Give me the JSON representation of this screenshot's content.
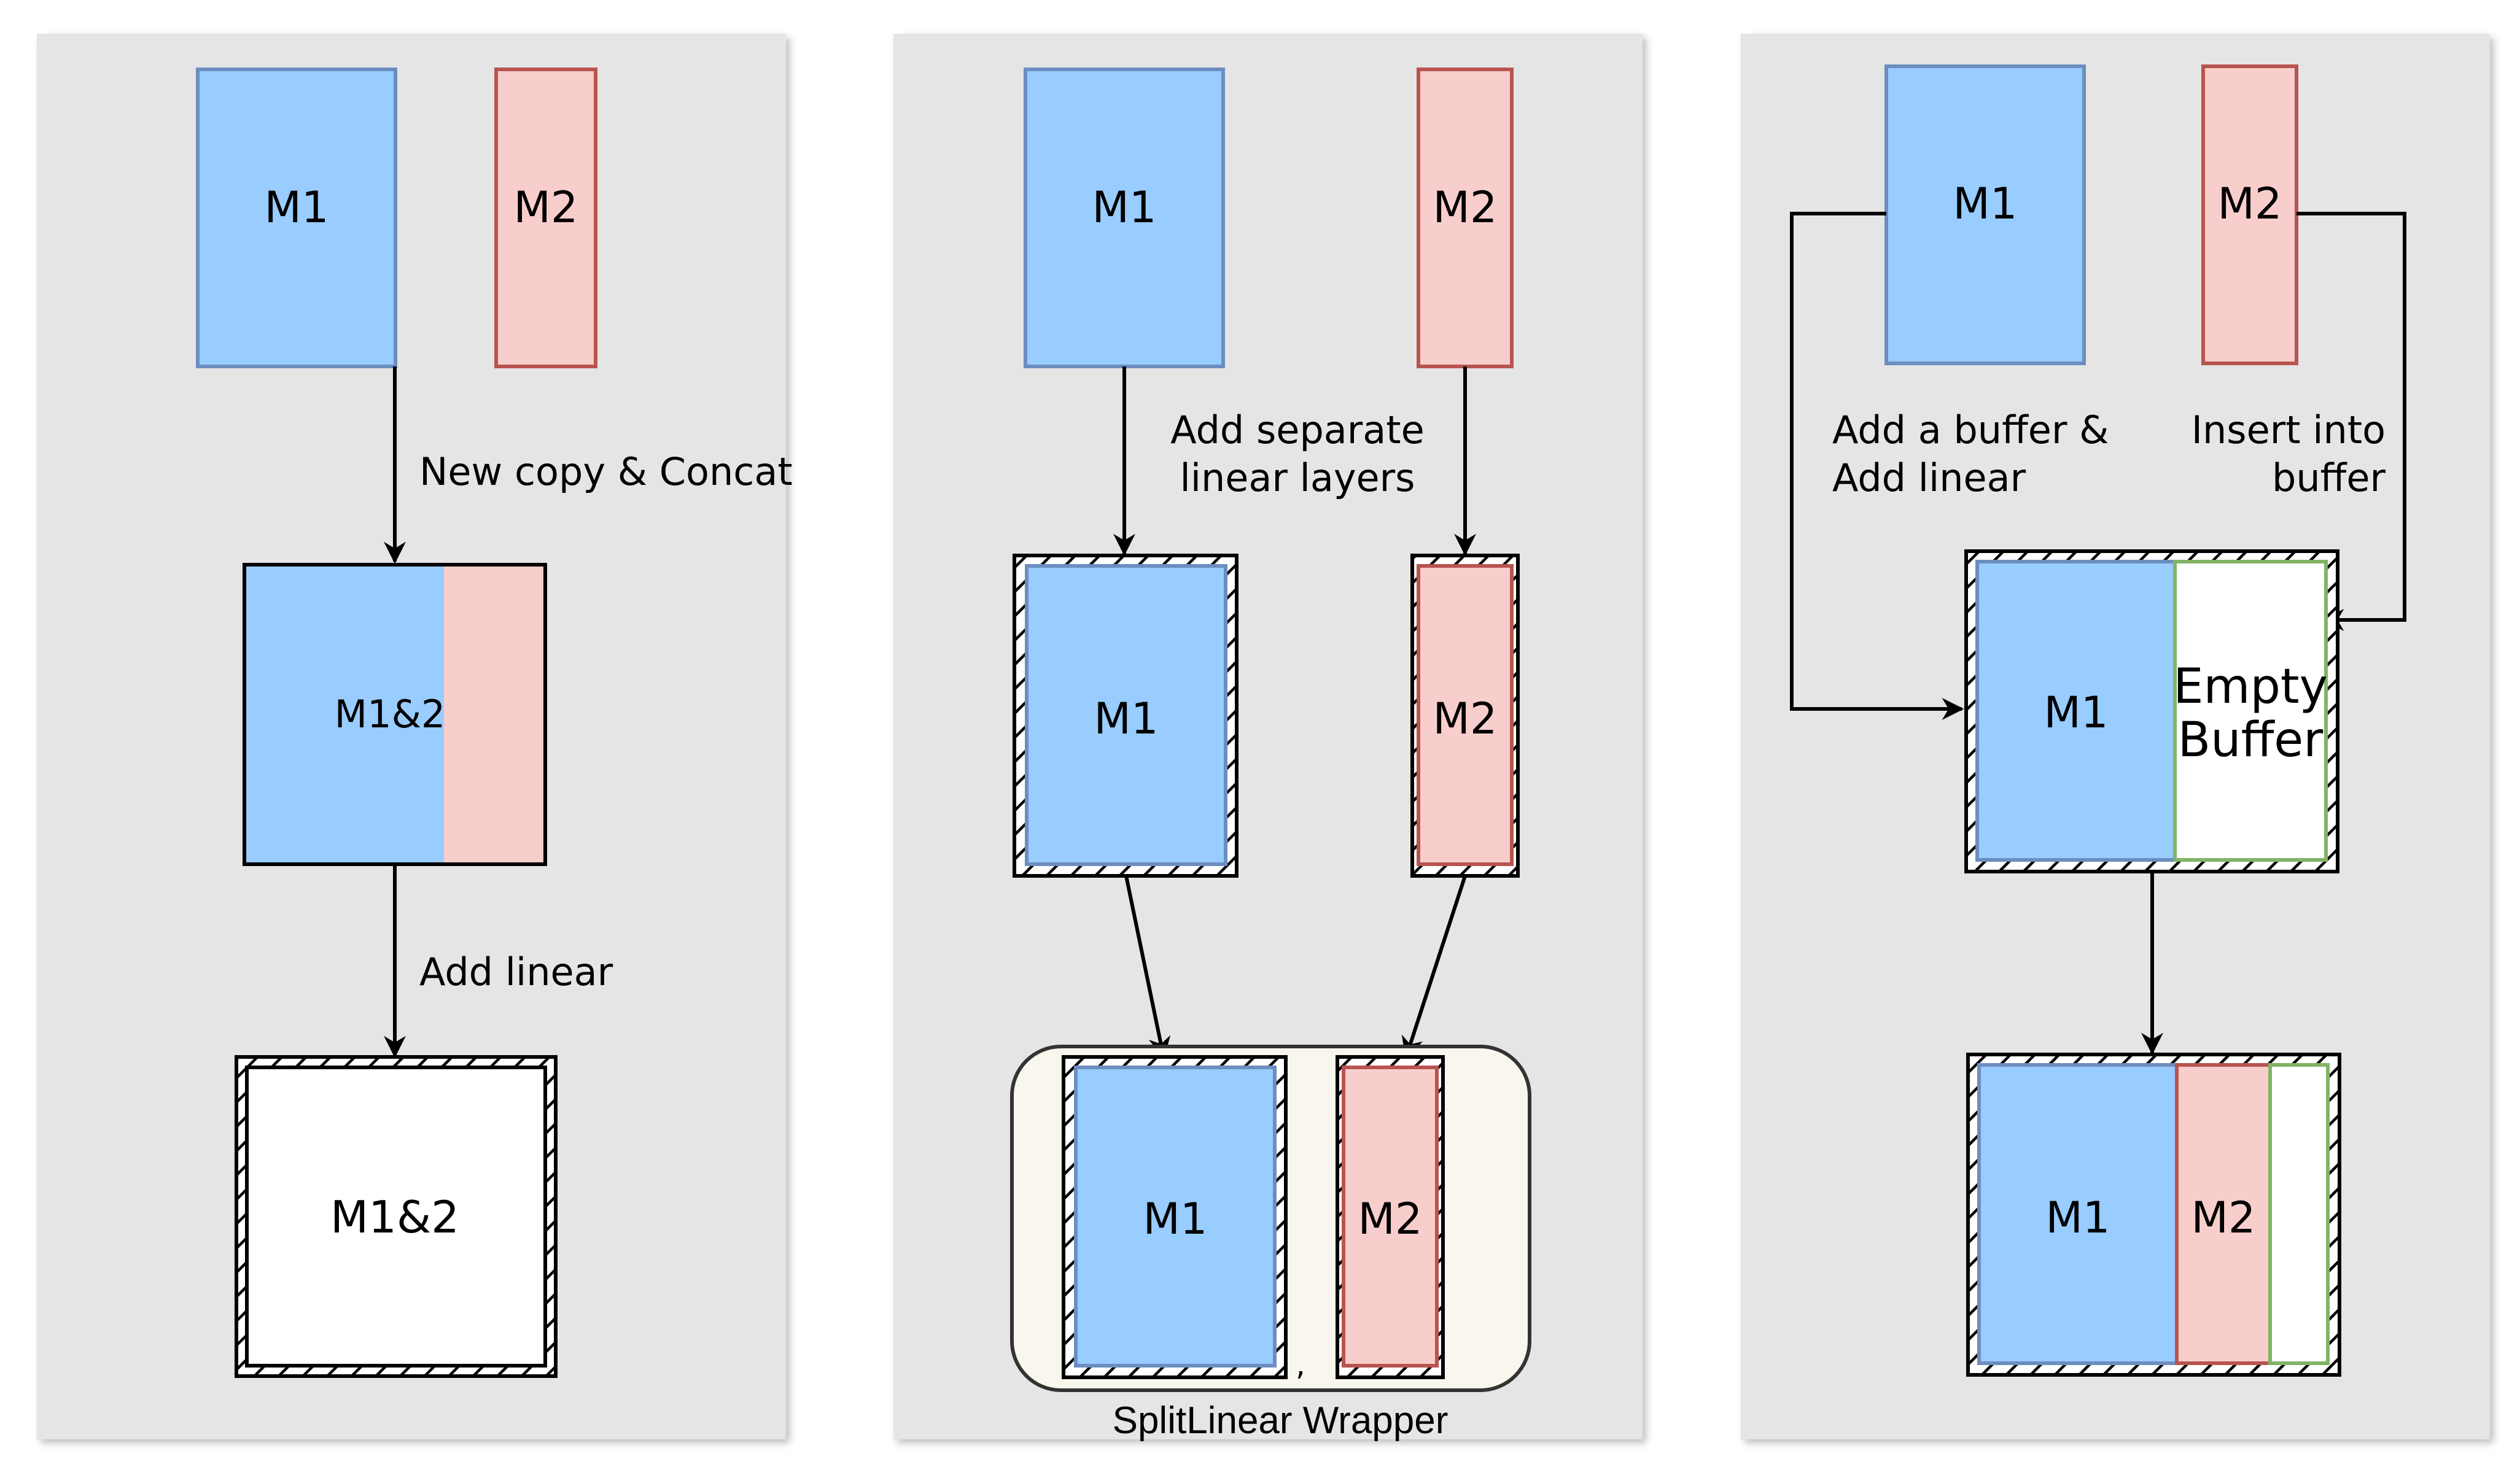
{
  "colors": {
    "panel_bg": "#e5e5e5",
    "blue_fill": "#99ccff",
    "blue_stroke": "#6c8ebf",
    "red_fill": "#f8cecc",
    "red_stroke": "#b85450",
    "green_stroke": "#82b366",
    "wrapper_fill": "#f9f7ed",
    "black": "#000000"
  },
  "panel1": {
    "m1": "M1",
    "m2": "M2",
    "step1": "New copy & Concat",
    "merged": "M1&2",
    "step2": "Add linear",
    "final": "M1&2"
  },
  "panel2": {
    "m1": "M1",
    "m2": "M2",
    "step1_line1": "Add separate",
    "step1_line2": "linear layers",
    "linear_m1": "M1",
    "linear_m2": "M2",
    "wrapper_m1": "M1",
    "wrapper_m2": "M2",
    "separator": ",",
    "wrapper_label": "SplitLinear Wrapper"
  },
  "panel3": {
    "m1": "M1",
    "m2": "M2",
    "left_label_line1": "Add a buffer &",
    "left_label_line2": "Add linear",
    "right_label_line1": "Insert into",
    "right_label_line2": "buffer",
    "buffer_m1": "M1",
    "empty_line1": "Empty",
    "empty_line2": "Buffer",
    "final_m1": "M1",
    "final_m2": "M2"
  }
}
